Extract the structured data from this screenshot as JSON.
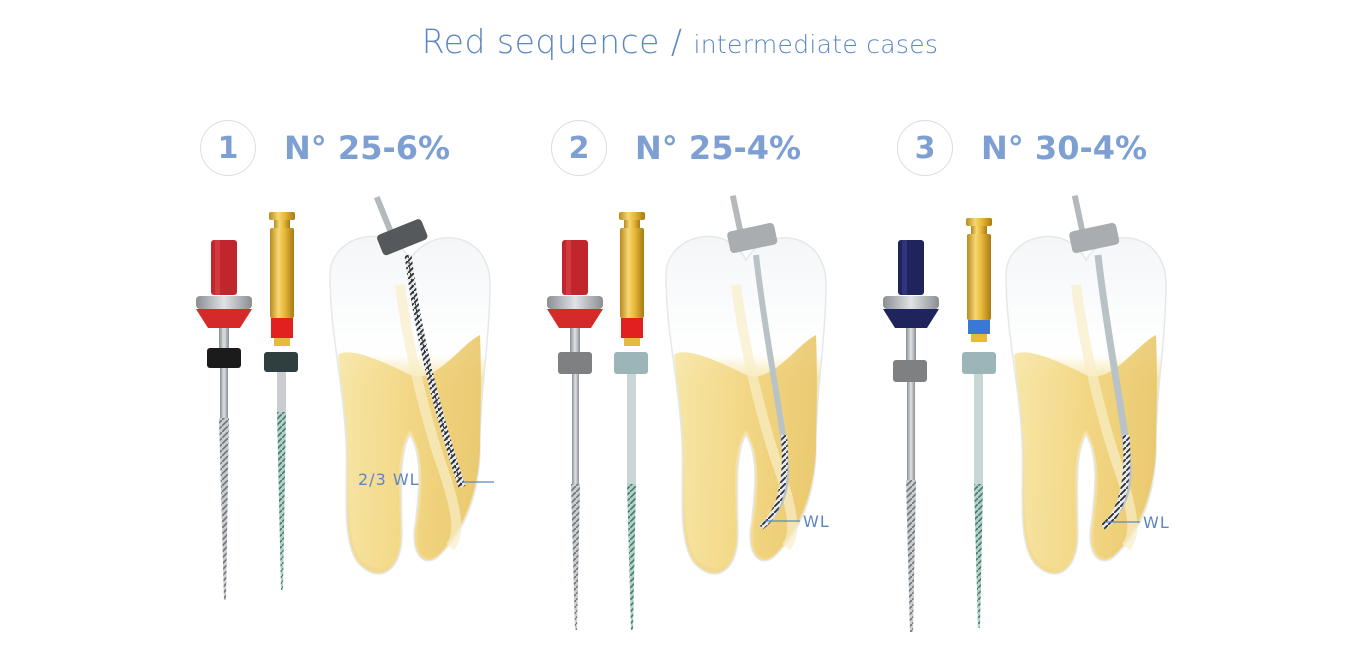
{
  "header": {
    "title_main": "Red sequence",
    "title_sep": " / ",
    "title_sub": "intermediate cases"
  },
  "steps": [
    {
      "number": "1",
      "size": "N° 25-6%",
      "wl_label": "2/3 WL",
      "handle_color": "#c0272d",
      "ring_color": "#e32020",
      "stop_color": "#1b1b1b",
      "stop2_color": "#2f3f3f"
    },
    {
      "number": "2",
      "size": "N° 25-4%",
      "wl_label": "WL",
      "handle_color": "#c0272d",
      "ring_color": "#e32020",
      "stop_color": "#7e8082",
      "stop2_color": "#9cb5b8"
    },
    {
      "number": "3",
      "size": "N° 30-4%",
      "wl_label": "WL",
      "handle_color": "#20245c",
      "ring_color": "#3a78d6",
      "stop_color": "#7e8082",
      "stop2_color": "#9cb5b8"
    }
  ]
}
